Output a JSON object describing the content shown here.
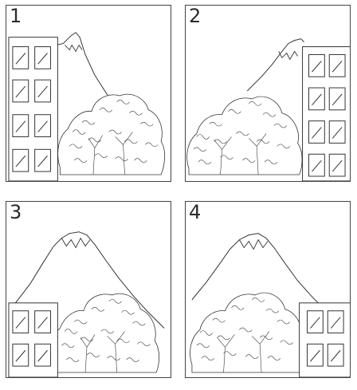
{
  "panels": [
    {
      "label": "1",
      "building_side": "left",
      "mountain": "partial-right"
    },
    {
      "label": "2",
      "building_side": "right",
      "mountain": "partial-left"
    },
    {
      "label": "3",
      "building_side": "left",
      "mountain": "full"
    },
    {
      "label": "4",
      "building_side": "right",
      "mountain": "full"
    }
  ]
}
